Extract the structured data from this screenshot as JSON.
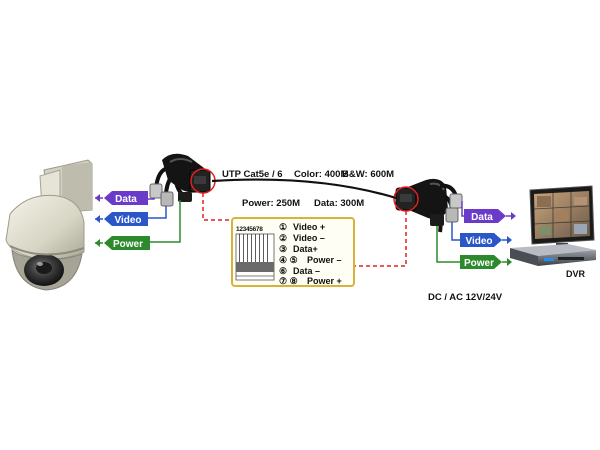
{
  "cable": {
    "spec": "UTP Cat5e / 6",
    "color": "Color:  400M",
    "bw": "B&W:  600M",
    "power": "Power:  250M",
    "data": "Data:  300M"
  },
  "left_signals": [
    "Data",
    "Video",
    "Power"
  ],
  "right_signals": [
    "Data",
    "Video",
    "Power"
  ],
  "pinout": {
    "pin_numbers": "12345678",
    "lines": [
      {
        "pins": "①",
        "label": "Video +"
      },
      {
        "pins": "②",
        "label": "Video –"
      },
      {
        "pins": "③",
        "label": "Data+"
      },
      {
        "pins": "④ ⑤",
        "label": "Power –"
      },
      {
        "pins": "⑥",
        "label": "Data –"
      },
      {
        "pins": "⑦ ⑧",
        "label": "Power +"
      }
    ]
  },
  "power_supply": "DC / AC  12V/24V",
  "dvr_label": "DVR",
  "colors": {
    "data": "#6a3bc8",
    "video": "#2a56c8",
    "power": "#2c8a2c",
    "highlight": "#e02020",
    "pinout_border": "#d9b23a"
  }
}
